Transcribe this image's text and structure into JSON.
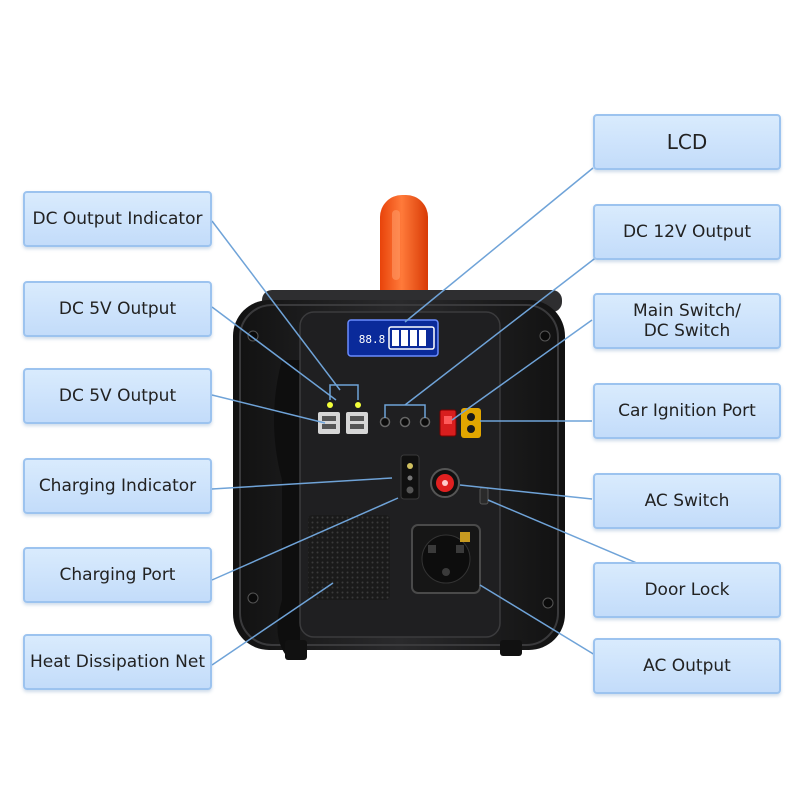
{
  "lcd_display": "88.8",
  "labels": {
    "dc_output_indicator": "DC Output Indicator",
    "dc_5v_output_top": "DC 5V Output",
    "dc_5v_output_bottom": "DC 5V Output",
    "charging_indicator": "Charging Indicator",
    "charging_port": "Charging Port",
    "heat_dissipation_net": "Heat Dissipation Net",
    "lcd": "LCD",
    "dc_12v_output": "DC 12V Output",
    "main_switch": "Main Switch/\nDC Switch",
    "car_ignition_port": "Car Ignition Port",
    "ac_switch": "AC Switch",
    "door_lock": "Door Lock",
    "ac_output": "AC Output"
  },
  "colors": {
    "label_fill": "#cde3fb",
    "label_border": "#9cc3ef",
    "leader_line": "#6fa3d8",
    "handle": "#ff5a14",
    "body": "#1c1c1e",
    "lcd_blue": "#1e63ff"
  }
}
